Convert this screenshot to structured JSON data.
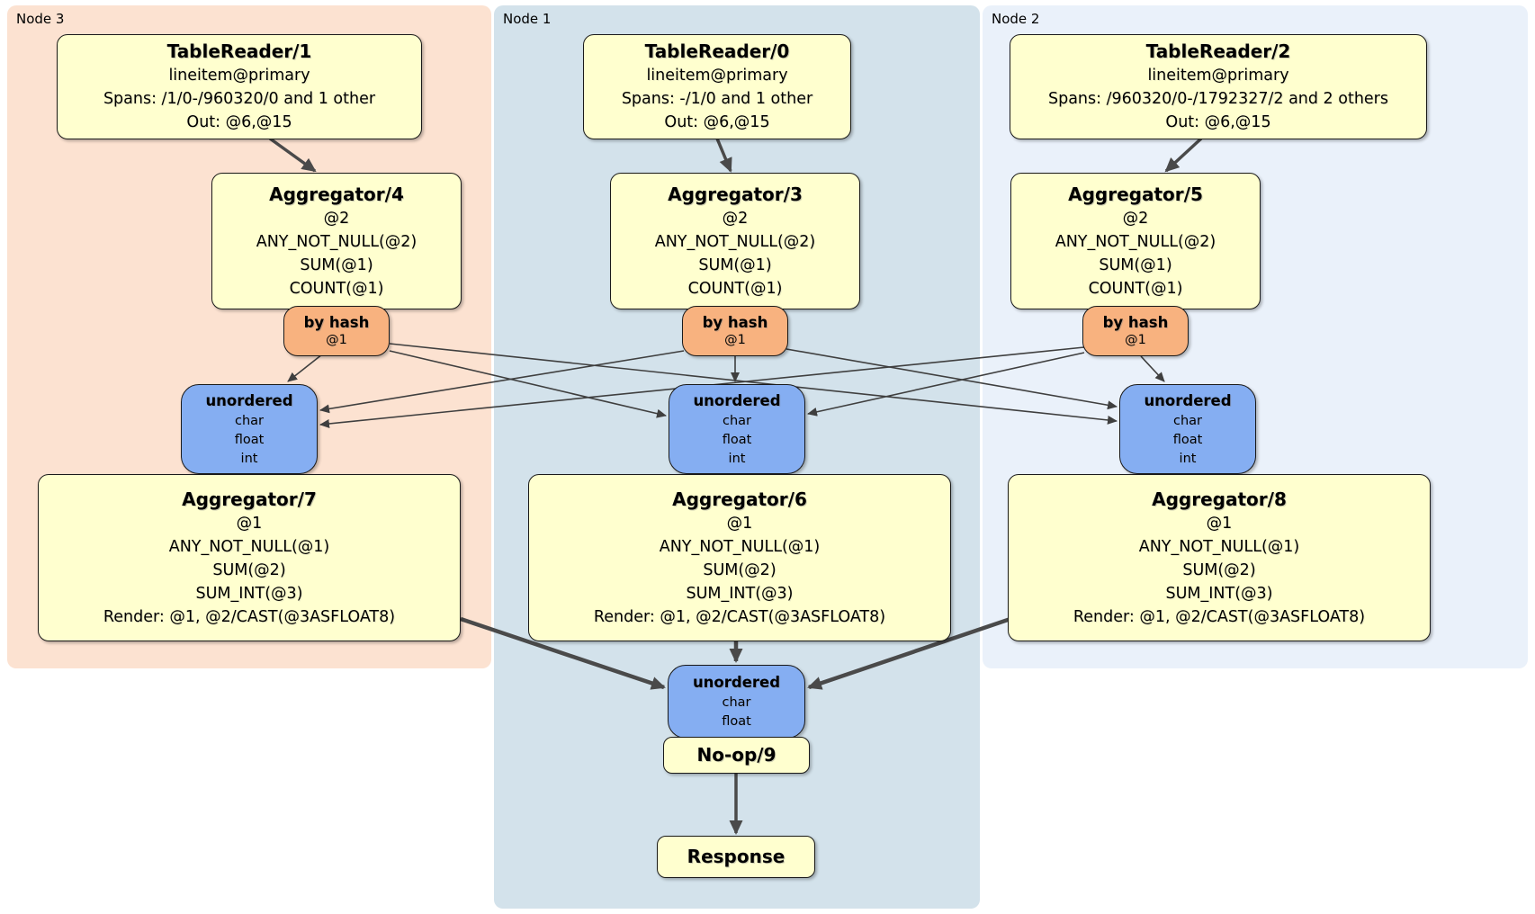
{
  "panels": {
    "node3": {
      "label": "Node 3",
      "bg": "#fce2d1"
    },
    "node1": {
      "label": "Node 1",
      "bg": "#d3e2eb"
    },
    "node2": {
      "label": "Node 2",
      "bg": "#eaf1fa"
    }
  },
  "colors": {
    "operator_fill": "#ffffcf",
    "router_fill": "#f8b27f",
    "sync_fill": "#85aef2",
    "edge": "#4a4a4a",
    "border": "#1a1a1a"
  },
  "ops": {
    "tr1": {
      "title": "TableReader/1",
      "lines": [
        "lineitem@primary",
        "Spans: /1/0-/960320/0 and 1 other",
        "Out: @6,@15"
      ]
    },
    "tr0": {
      "title": "TableReader/0",
      "lines": [
        "lineitem@primary",
        "Spans: -/1/0 and 1 other",
        "Out: @6,@15"
      ]
    },
    "tr2": {
      "title": "TableReader/2",
      "lines": [
        "lineitem@primary",
        "Spans: /960320/0-/1792327/2 and 2 others",
        "Out: @6,@15"
      ]
    },
    "agg4": {
      "title": "Aggregator/4",
      "lines": [
        "@2",
        "ANY_NOT_NULL(@2)",
        "SUM(@1)",
        "COUNT(@1)"
      ]
    },
    "agg3": {
      "title": "Aggregator/3",
      "lines": [
        "@2",
        "ANY_NOT_NULL(@2)",
        "SUM(@1)",
        "COUNT(@1)"
      ]
    },
    "agg5": {
      "title": "Aggregator/5",
      "lines": [
        "@2",
        "ANY_NOT_NULL(@2)",
        "SUM(@1)",
        "COUNT(@1)"
      ]
    },
    "hash4": {
      "title": "by hash",
      "lines": [
        "@1"
      ]
    },
    "hash3": {
      "title": "by hash",
      "lines": [
        "@1"
      ]
    },
    "hash5": {
      "title": "by hash",
      "lines": [
        "@1"
      ]
    },
    "sync3": {
      "title": "unordered",
      "lines": [
        "char",
        "float",
        "int"
      ]
    },
    "sync1": {
      "title": "unordered",
      "lines": [
        "char",
        "float",
        "int"
      ]
    },
    "sync2": {
      "title": "unordered",
      "lines": [
        "char",
        "float",
        "int"
      ]
    },
    "agg7": {
      "title": "Aggregator/7",
      "lines": [
        "@1",
        "ANY_NOT_NULL(@1)",
        "SUM(@2)",
        "SUM_INT(@3)",
        "Render: @1, @2/CAST(@3ASFLOAT8)"
      ]
    },
    "agg6": {
      "title": "Aggregator/6",
      "lines": [
        "@1",
        "ANY_NOT_NULL(@1)",
        "SUM(@2)",
        "SUM_INT(@3)",
        "Render: @1, @2/CAST(@3ASFLOAT8)"
      ]
    },
    "agg8": {
      "title": "Aggregator/8",
      "lines": [
        "@1",
        "ANY_NOT_NULL(@1)",
        "SUM(@2)",
        "SUM_INT(@3)",
        "Render: @1, @2/CAST(@3ASFLOAT8)"
      ]
    },
    "syncFinal": {
      "title": "unordered",
      "lines": [
        "char",
        "float"
      ]
    },
    "noop": {
      "title": "No-op/9"
    },
    "response": {
      "title": "Response"
    }
  }
}
